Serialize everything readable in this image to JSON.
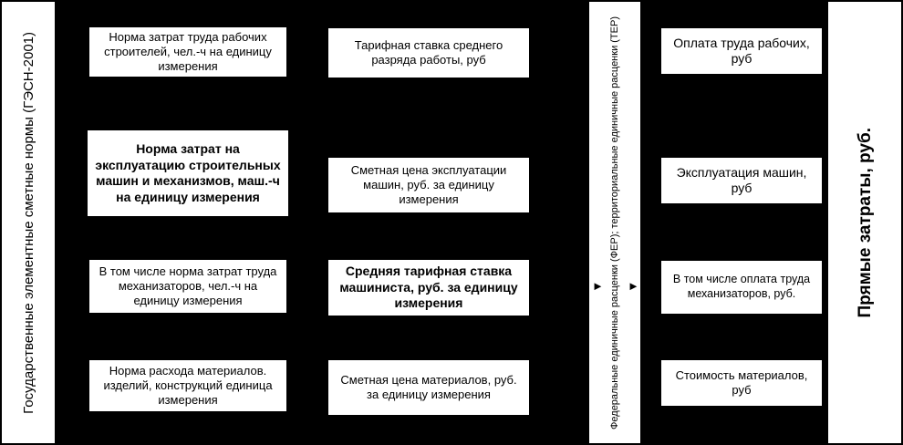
{
  "labels": {
    "left_axis": "Государственные элементные сметные нормы (ГЭСН-2001)",
    "middle_axis": "Федеральные единичные расценки (ФЕР); территориальные единичные расценки (ТЕР)",
    "right_axis": "Прямые затраты, руб."
  },
  "columns": {
    "norms": [
      "Норма затрат труда рабочих строителей, чел.-ч на единицу измерения",
      "Норма затрат на эксплуатацию строительных машин и механизмов, маш.-ч на единицу измерения",
      "В том числе норма затрат труда механизаторов, чел.-ч на единицу измерения",
      "Норма расхода материалов. изделий, конструкций единица измерения"
    ],
    "prices": [
      "Тарифная ставка среднего разряда работы, руб",
      "Сметная цена эксплуатации машин, руб. за единицу измерения",
      "Средняя тарифная ставка машиниста, руб. за единицу измерения",
      "Сметная цена материалов, руб. за единицу измерения"
    ],
    "costs": [
      "Оплата труда рабочих, руб",
      "Эксплуатация машин, руб",
      "В том числе оплата труда механизаторов, руб.",
      "Стоимость материалов, руб"
    ]
  },
  "icons": {
    "flow_arrow": "►"
  },
  "colors": {
    "background": "#000000",
    "box_fill": "#ffffff",
    "text": "#000000"
  }
}
